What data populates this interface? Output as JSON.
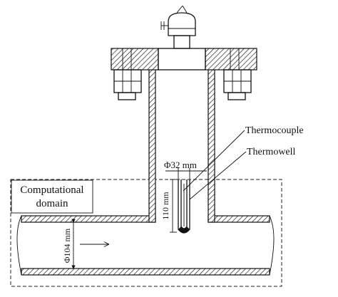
{
  "labels": {
    "domain_line1": "Computational",
    "domain_line2": "domain",
    "thermocouple": "Thermocouple",
    "thermowell": "Thermowell",
    "well_diameter": "Φ32 mm",
    "insertion_depth": "110 mm",
    "pipe_diameter": "Φ104 mm"
  },
  "icons": {
    "flow_direction": "arrow-right-icon"
  }
}
